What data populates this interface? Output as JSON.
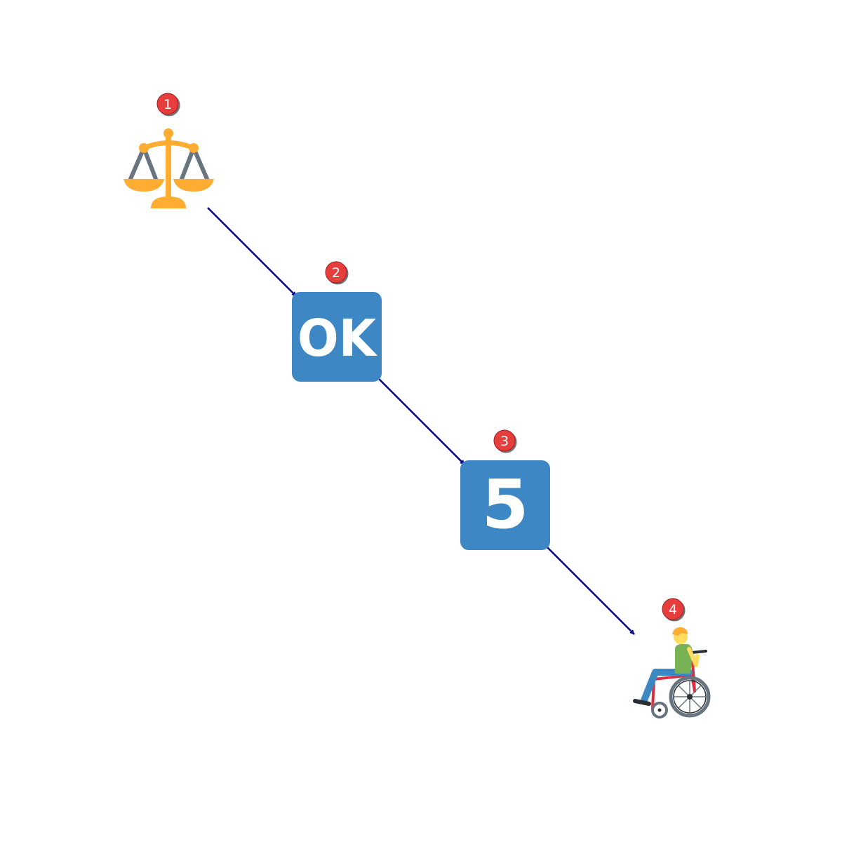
{
  "colors": {
    "arrow": "#00008b",
    "badge_fill": "#e83e3e",
    "tile_blue": "#3d88c4",
    "scale_gold": "#ffac33",
    "scale_gray": "#66757f"
  },
  "nodes": [
    {
      "id": 1,
      "badge": "1",
      "icon": "balance-scale-icon"
    },
    {
      "id": 2,
      "badge": "2",
      "icon": "ok-button-icon",
      "text": "OK"
    },
    {
      "id": 3,
      "badge": "3",
      "icon": "keycap-five-icon",
      "text": "5"
    },
    {
      "id": 4,
      "badge": "4",
      "icon": "person-in-wheelchair-icon"
    }
  ],
  "edges": [
    {
      "from": 1,
      "to": 2
    },
    {
      "from": 2,
      "to": 3
    },
    {
      "from": 3,
      "to": 4
    }
  ]
}
